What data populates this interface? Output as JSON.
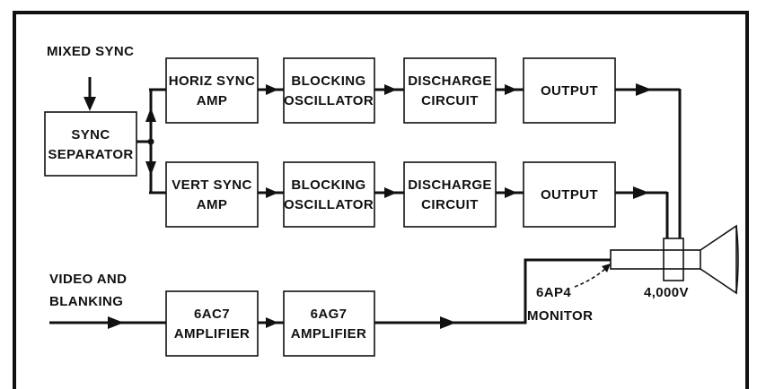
{
  "labels": {
    "mixed_sync": "MIXED SYNC",
    "video_and": "VIDEO AND",
    "blanking": "BLANKING",
    "tube_type": "6AP4",
    "monitor": "MONITOR",
    "voltage": "4,000V"
  },
  "blocks": {
    "sync_separator": [
      "SYNC",
      "SEPARATOR"
    ],
    "horiz_sync_amp": [
      "HORIZ SYNC",
      "AMP"
    ],
    "horiz_blocking": [
      "BLOCKING",
      "OSCILLATOR"
    ],
    "horiz_discharge": [
      "DISCHARGE",
      "CIRCUIT"
    ],
    "horiz_output": [
      "OUTPUT"
    ],
    "vert_sync_amp": [
      "VERT SYNC",
      "AMP"
    ],
    "vert_blocking": [
      "BLOCKING",
      "OSCILLATOR"
    ],
    "vert_discharge": [
      "DISCHARGE",
      "CIRCUIT"
    ],
    "vert_output": [
      "OUTPUT"
    ],
    "amp_6ac7": [
      "6AC7",
      "AMPLIFIER"
    ],
    "amp_6ag7": [
      "6AG7",
      "AMPLIFIER"
    ]
  }
}
